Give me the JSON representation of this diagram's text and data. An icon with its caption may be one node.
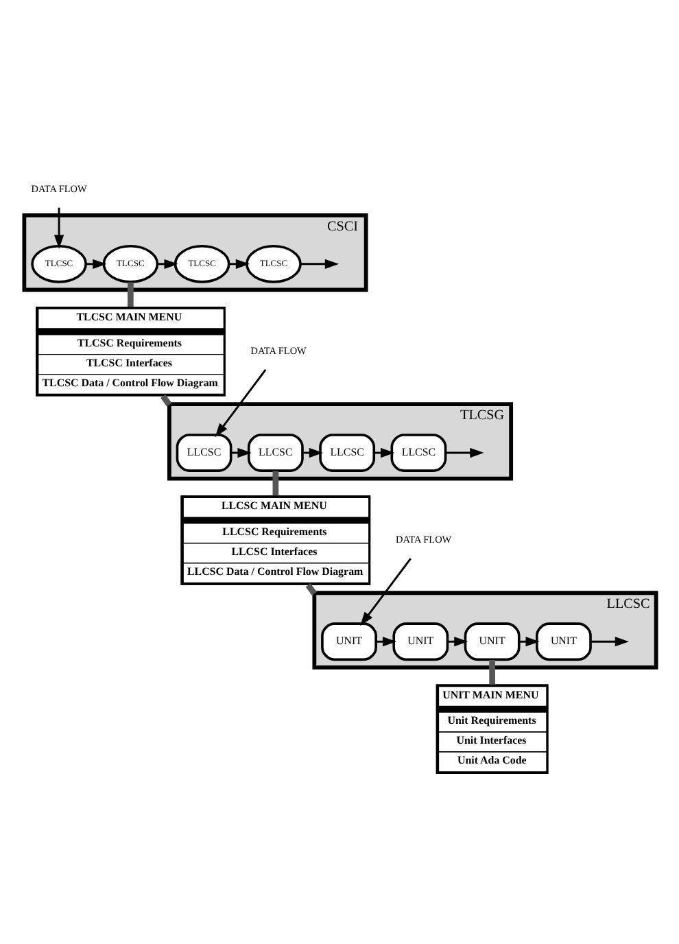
{
  "diagram": {
    "nodes": [
      {
        "text": [
          "DATA FLOW"
        ]
      },
      {
        "text": [
          "CSCI"
        ]
      },
      {
        "text": [
          "TLCSC"
        ],
        "in": 1
      },
      {
        "text": [
          "TLCSC"
        ],
        "in": 1
      },
      {
        "text": [
          "TLCSC"
        ],
        "in": 1
      },
      {
        "text": [
          "TLCSC"
        ],
        "in": 1
      },
      {
        "text": [
          "TLCSC MAIN MENU",
          "TLCSC Requirements",
          "TLCSC Interfaces",
          "TLCSC Data / Control Flow Diagram"
        ]
      },
      {
        "text": [
          "DATA FLOW"
        ]
      },
      {
        "text": [
          "TLCSG"
        ]
      },
      {
        "text": [
          "LLCSC"
        ],
        "in": 8
      },
      {
        "text": [
          "LLCSC"
        ],
        "in": 8
      },
      {
        "text": [
          "LLCSC"
        ],
        "in": 8
      },
      {
        "text": [
          "LLCSC"
        ],
        "in": 8
      },
      {
        "text": [
          "LLCSC MAIN MENU",
          "LLCSC Requirements",
          "LLCSC Interfaces",
          "LLCSC Data / Control Flow Diagram"
        ]
      },
      {
        "text": [
          "DATA FLOW"
        ]
      },
      {
        "text": [
          "LLCSC"
        ]
      },
      {
        "text": [
          "UNIT"
        ],
        "in": 15
      },
      {
        "text": [
          "UNIT"
        ],
        "in": 15
      },
      {
        "text": [
          "UNIT"
        ],
        "in": 15
      },
      {
        "text": [
          "UNIT"
        ],
        "in": 15
      },
      {
        "text": [
          "UNIT MAIN MENU",
          "Unit Requirements",
          "Unit Interfaces",
          "Unit Ada Code"
        ]
      }
    ],
    "edges": [
      {
        "from": 0,
        "to": 2,
        "arrow": "to"
      },
      {
        "from": 2,
        "to": 3,
        "arrow": "to"
      },
      {
        "from": 3,
        "to": 4,
        "arrow": "to"
      },
      {
        "from": 4,
        "to": 5,
        "arrow": "to"
      },
      {
        "from": 5,
        "to": null,
        "arrow": "to"
      },
      {
        "from": 3,
        "to": 6,
        "arrow": "none",
        "style": "thick"
      },
      {
        "from": 6,
        "to": 8,
        "arrow": "none",
        "style": "thick"
      },
      {
        "from": 7,
        "to": 9,
        "arrow": "to"
      },
      {
        "from": 9,
        "to": 10,
        "arrow": "to"
      },
      {
        "from": 10,
        "to": 11,
        "arrow": "to"
      },
      {
        "from": 11,
        "to": 12,
        "arrow": "to"
      },
      {
        "from": 12,
        "to": null,
        "arrow": "to"
      },
      {
        "from": 10,
        "to": 13,
        "arrow": "none",
        "style": "thick"
      },
      {
        "from": 13,
        "to": 15,
        "arrow": "none",
        "style": "thick"
      },
      {
        "from": 14,
        "to": 16,
        "arrow": "to"
      },
      {
        "from": 16,
        "to": 17,
        "arrow": "to"
      },
      {
        "from": 17,
        "to": 18,
        "arrow": "to"
      },
      {
        "from": 18,
        "to": 19,
        "arrow": "to"
      },
      {
        "from": 19,
        "to": null,
        "arrow": "to"
      },
      {
        "from": 18,
        "to": 20,
        "arrow": "none",
        "style": "thick"
      }
    ]
  }
}
